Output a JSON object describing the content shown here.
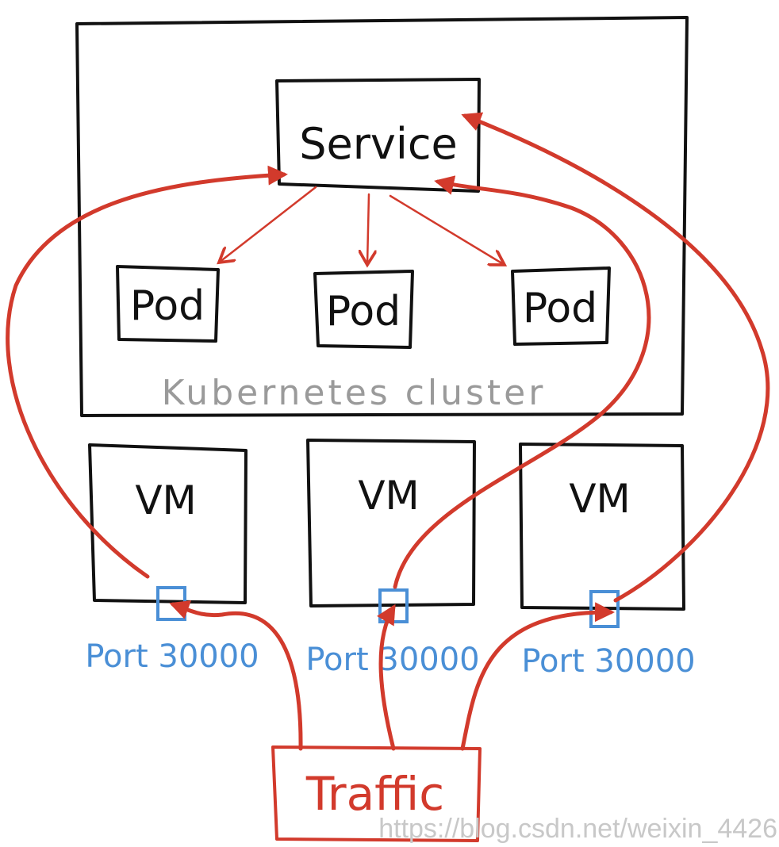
{
  "colors": {
    "ink": "#111111",
    "flow": "#d23a2c",
    "port": "#4a8fd6",
    "cluster_label": "#9a9a9a",
    "watermark": "#c8c8c8"
  },
  "cluster": {
    "label": "Kubernetes cluster"
  },
  "service": {
    "label": "Service"
  },
  "pods": [
    {
      "label": "Pod"
    },
    {
      "label": "Pod"
    },
    {
      "label": "Pod"
    }
  ],
  "vms": [
    {
      "label": "VM",
      "port_label": "Port 30000"
    },
    {
      "label": "VM",
      "port_label": "Port 30000"
    },
    {
      "label": "VM",
      "port_label": "Port 30000"
    }
  ],
  "traffic": {
    "label": "Traffic"
  },
  "watermark": "https://blog.csdn.net/weixin_4426"
}
